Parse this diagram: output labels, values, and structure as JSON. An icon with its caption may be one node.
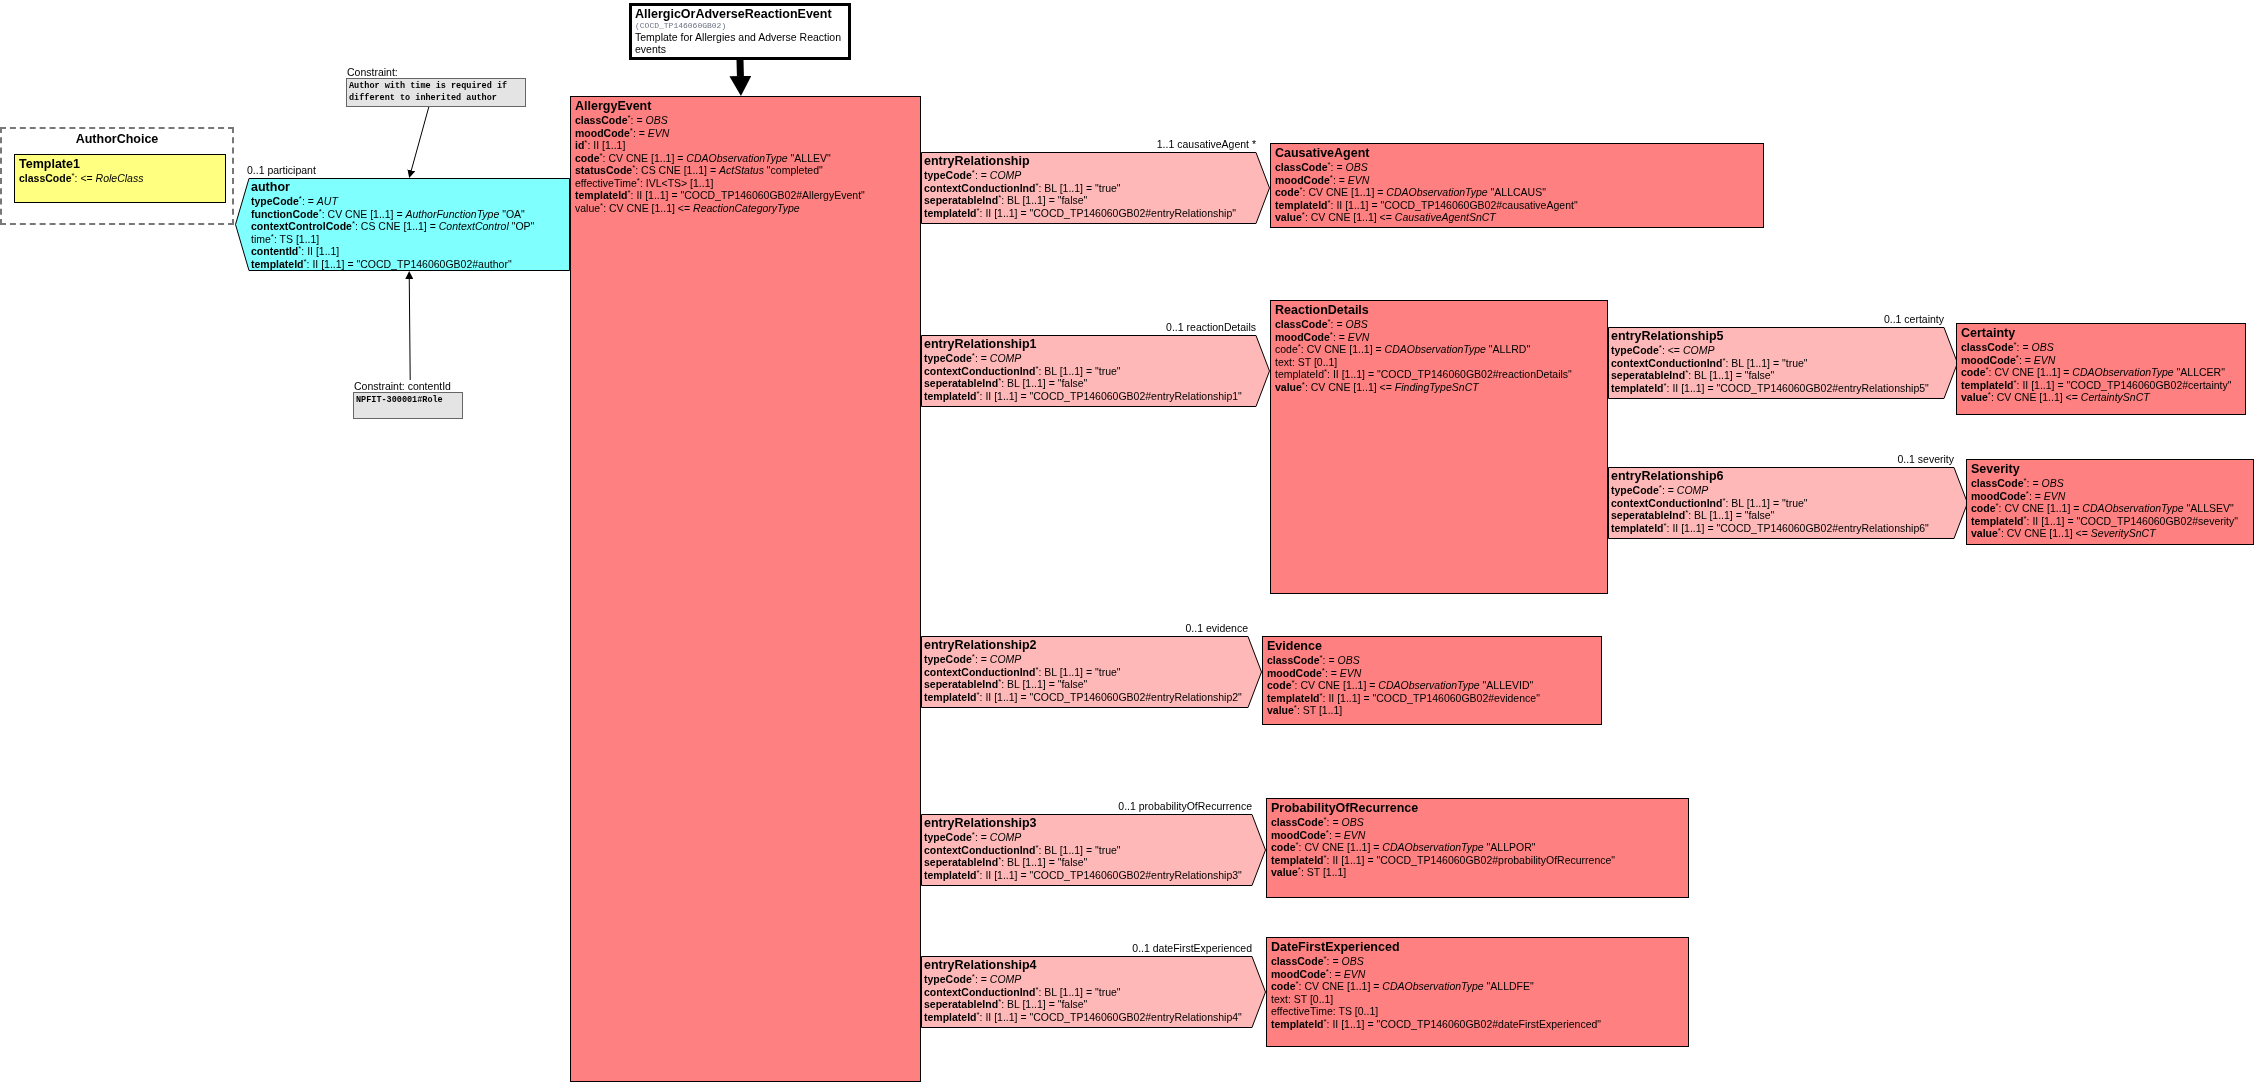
{
  "diagram": {
    "nodes": [
      {
        "text": [
          "AllergicOrAdverseReactionEvent",
          "(COCD_TP146060GB02)",
          "Template for Allergies and Adverse Reaction events"
        ]
      },
      {
        "text": [
          "Constraint:",
          "Author with time is required if different to inherited author"
        ]
      },
      {
        "text": [
          "AuthorChoice"
        ]
      },
      {
        "text": [
          "Template1",
          "**classCode**$^{*}$: <= *RoleClass*"
        ],
        "in": 2
      },
      {
        "text": [
          "author",
          "**typeCode**$^{*}$: = *AUT*",
          "**functionCode**$^{*}$: CV CNE [1..1] = *AuthorFunctionType* \"OA\"",
          "**contextControlCode**$^{*}$: CS CNE [1..1] = *ContextControl* \"OP\"",
          "time$^{*}$: TS [1..1]",
          "**contentId**$^{*}$: II [1..1]",
          "**templateId**$^{*}$: II [1..1] = \"COCD_TP146060GB02#author\""
        ],
        "beside": [
          "0..1 participant"
        ]
      },
      {
        "text": [
          "Constraint: contentId",
          "NPFIT-300001#Role"
        ]
      },
      {
        "text": [
          "AllergyEvent",
          "**classCode**$^{*}$: = *OBS*",
          "**moodCode**$^{*}$: = *EVN*",
          "**id**$^{*}$: II [1..1]",
          "**code**$^{*}$: CV CNE [1..1] = *CDAObservationType* \"ALLEV\"",
          "**statusCode**$^{*}$: CS CNE [1..1] = *ActStatus* \"completed\"",
          "effectiveTime$^{*}$: IVL<TS> [1..1]",
          "**templateId**$^{*}$: II [1..1] = \"COCD_TP146060GB02#AllergyEvent\"",
          "value$^{*}$: CV CNE [1..1] <= *ReactionCategoryType*"
        ]
      },
      {
        "text": [
          "entryRelationship",
          "**typeCode**$^{*}$: = *COMP*",
          "**contextConductionInd**$^{*}$: BL [1..1] = \"true\"",
          "**seperatableInd**$^{*}$: BL [1..1] = \"false\"",
          "**templateId**$^{*}$: II [1..1] = \"COCD_TP146060GB02#entryRelationship\""
        ],
        "beside": [
          "1..1 causativeAgent *"
        ]
      },
      {
        "text": [
          "CausativeAgent",
          "**classCode**$^{*}$: = *OBS*",
          "**moodCode**$^{*}$: = *EVN*",
          "**code**$^{*}$: CV CNE [1..1] = *CDAObservationType* \"ALLCAUS\"",
          "**templateId**$^{*}$: II [1..1] = \"COCD_TP146060GB02#causativeAgent\"",
          "**value**$^{*}$: CV CNE [1..1] <= *CausativeAgentSnCT*"
        ]
      },
      {
        "text": [
          "entryRelationship1",
          "**typeCode**$^{*}$: = *COMP*",
          "**contextConductionInd**$^{*}$: BL [1..1] = \"true\"",
          "**seperatableInd**$^{*}$: BL [1..1] = \"false\"",
          "**templateId**$^{*}$: II [1..1] = \"COCD_TP146060GB02#entryRelationship1\""
        ],
        "beside": [
          "0..1 reactionDetails"
        ]
      },
      {
        "text": [
          "ReactionDetails",
          "**classCode**$^{*}$: = *OBS*",
          "**moodCode**$^{*}$: = *EVN*",
          "code$^{*}$: CV CNE [1..1] = *CDAObservationType* \"ALLRD\"",
          "text: ST [0..1]",
          "templateId$^{*}$: II [1..1] = \"COCD_TP146060GB02#reactionDetails\"",
          "**value**$^{*}$: CV CNE [1..1] <= *FindingTypeSnCT*"
        ]
      },
      {
        "text": [
          "entryRelationship5",
          "**typeCode**$^{*}$: <= *COMP*",
          "**contextConductionInd**$^{*}$: BL [1..1] = \"true\"",
          "**seperatableInd**$^{*}$: BL [1..1] = \"false\"",
          "**templateId**$^{*}$: II [1..1] = \"COCD_TP146060GB02#entryRelationship5\""
        ],
        "beside": [
          "0..1 certainty"
        ]
      },
      {
        "text": [
          "Certainty",
          "**classCode**$^{*}$: = *OBS*",
          "**moodCode**$^{*}$: = *EVN*",
          "**code**$^{*}$: CV CNE [1..1] = *CDAObservationType* \"ALLCER\"",
          "**templateId**$^{*}$: II [1..1] = \"COCD_TP146060GB02#certainty\"",
          "**value**$^{*}$: CV CNE [1..1] <= *CertaintySnCT*"
        ]
      },
      {
        "text": [
          "entryRelationship6",
          "**typeCode**$^{*}$: = *COMP*",
          "**contextConductionInd**$^{*}$: BL [1..1] = \"true\"",
          "**seperatableInd**$^{*}$: BL [1..1] = \"false\"",
          "**templateId**$^{*}$: II [1..1] = \"COCD_TP146060GB02#entryRelationship6\""
        ],
        "beside": [
          "0..1 severity"
        ]
      },
      {
        "text": [
          "Severity",
          "**classCode**$^{*}$: = *OBS*",
          "**moodCode**$^{*}$: = *EVN*",
          "**code**$^{*}$: CV CNE [1..1] = *CDAObservationType* \"ALLSEV\"",
          "**templateId**$^{*}$: II [1..1] = \"COCD_TP146060GB02#severity\"",
          "**value**$^{*}$: CV CNE [1..1] <= *SeveritySnCT*"
        ]
      },
      {
        "text": [
          "entryRelationship2",
          "**typeCode**$^{*}$: = *COMP*",
          "**contextConductionInd**$^{*}$: BL [1..1] = \"true\"",
          "**seperatableInd**$^{*}$: BL [1..1] = \"false\"",
          "**templateId**$^{*}$: II [1..1] = \"COCD_TP146060GB02#entryRelationship2\""
        ],
        "beside": [
          "0..1 evidence"
        ]
      },
      {
        "text": [
          "Evidence",
          "**classCode**$^{*}$: = *OBS*",
          "**moodCode**$^{*}$: = *EVN*",
          "**code**$^{*}$: CV CNE [1..1] = *CDAObservationType* \"ALLEVID\"",
          "**templateId**$^{*}$: II [1..1] = \"COCD_TP146060GB02#evidence\"",
          "**value**$^{*}$: ST [1..1]"
        ]
      },
      {
        "text": [
          "entryRelationship3",
          "**typeCode**$^{*}$: = *COMP*",
          "**contextConductionInd**$^{*}$: BL [1..1] = \"true\"",
          "**seperatableInd**$^{*}$: BL [1..1] = \"false\"",
          "**templateId**$^{*}$: II [1..1] = \"COCD_TP146060GB02#entryRelationship3\""
        ],
        "beside": [
          "0..1 probabilityOfRecurrence"
        ]
      },
      {
        "text": [
          "ProbabilityOfRecurrence",
          "**classCode**$^{*}$: = *OBS*",
          "**moodCode**$^{*}$: = *EVN*",
          "**code**$^{*}$: CV CNE [1..1] = *CDAObservationType* \"ALLPOR\"",
          "**templateId**$^{*}$: II [1..1] = \"COCD_TP146060GB02#probabilityOfRecurrence\"",
          "**value**$^{*}$: ST [1..1]"
        ]
      },
      {
        "text": [
          "entryRelationship4",
          "**typeCode**$^{*}$: = *COMP*",
          "**contextConductionInd**$^{*}$: BL [1..1] = \"true\"",
          "**seperatableInd**$^{*}$: BL [1..1] = \"false\"",
          "**templateId**$^{*}$: II [1..1] = \"COCD_TP146060GB02#entryRelationship4\""
        ],
        "beside": [
          "0..1 dateFirstExperienced"
        ]
      },
      {
        "text": [
          "DateFirstExperienced",
          "**classCode**$^{*}$: = *OBS*",
          "**moodCode**$^{*}$: = *EVN*",
          "**code**$^{*}$: CV CNE [1..1] = *CDAObservationType* \"ALLDFE\"",
          "text: ST [0..1]",
          "effectiveTime: TS [0..1]",
          "**templateId**$^{*}$: II [1..1] = \"COCD_TP146060GB02#dateFirstExperienced\""
        ]
      }
    ],
    "edges": [
      {
        "from": 0,
        "to": 6,
        "arrow": "to",
        "style": "thick"
      },
      {
        "from": 1,
        "to": 4,
        "arrow": "to"
      },
      {
        "from": 5,
        "to": 4,
        "arrow": "to"
      }
    ]
  }
}
